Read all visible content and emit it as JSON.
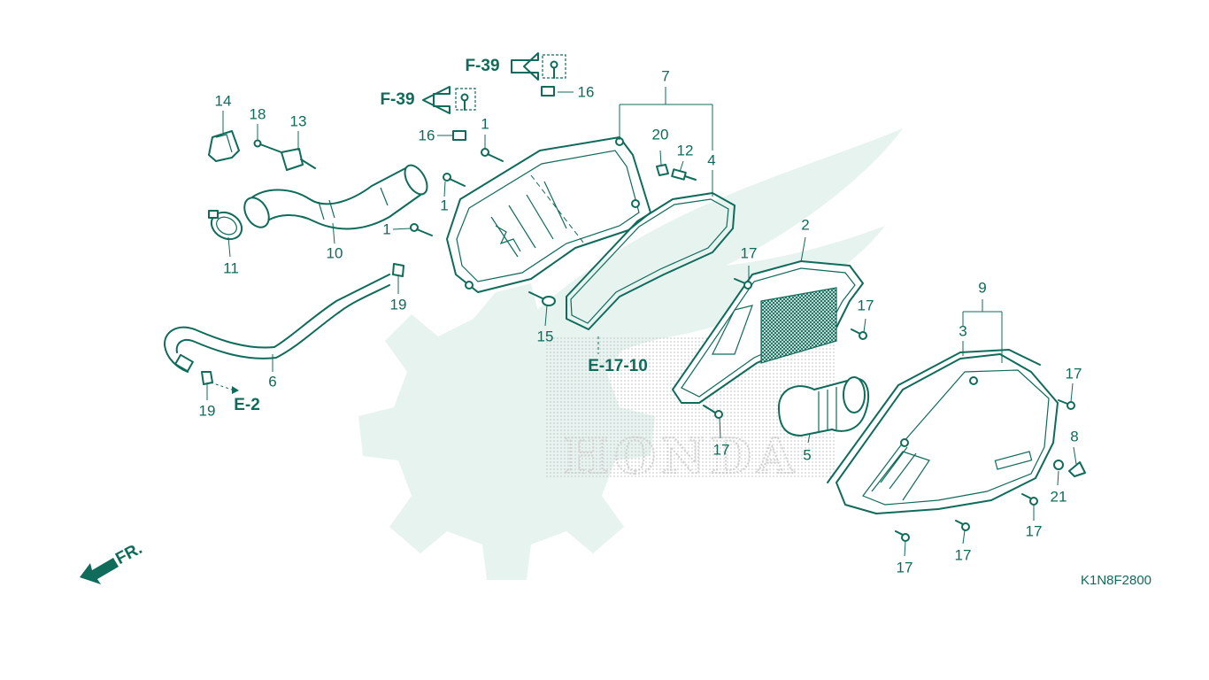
{
  "diagram": {
    "code": "K1N8F2800",
    "front_arrow_label": "FR.",
    "watermark_text": "HONDA",
    "refs": {
      "f39_a": "F-39",
      "f39_b": "F-39",
      "e17_10": "E-17-10",
      "e2": "E-2"
    },
    "part_numbers": {
      "p1a": "1",
      "p1b": "1",
      "p1c": "1",
      "p2": "2",
      "p3": "3",
      "p4": "4",
      "p5": "5",
      "p6": "6",
      "p7": "7",
      "p8": "8",
      "p9": "9",
      "p10": "10",
      "p11": "11",
      "p12": "12",
      "p13": "13",
      "p14": "14",
      "p15": "15",
      "p16a": "16",
      "p16b": "16",
      "p17a": "17",
      "p17b": "17",
      "p17c": "17",
      "p17d": "17",
      "p17e": "17",
      "p17f": "17",
      "p17g": "17",
      "p18": "18",
      "p19a": "19",
      "p19b": "19",
      "p20": "20",
      "p21": "21"
    }
  }
}
